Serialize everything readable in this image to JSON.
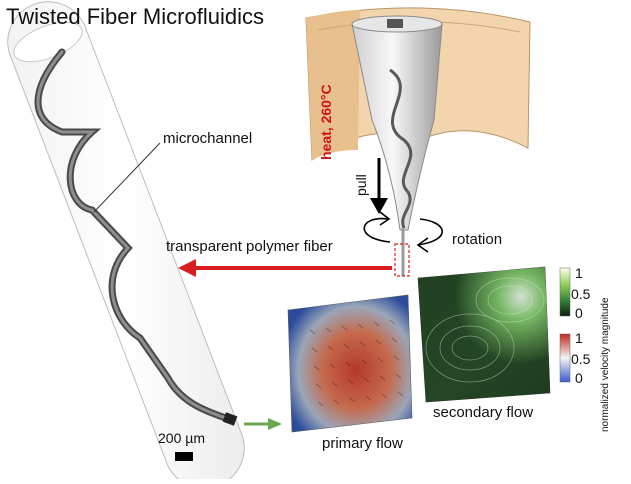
{
  "title": "Twisted Fiber Microfluidics",
  "labels": {
    "heat": "heat, 260°C",
    "pull": "pull",
    "rotation": "rotation",
    "microchannel": "microchannel",
    "fiber": "transparent polymer fiber",
    "primary_flow": "primary flow",
    "secondary_flow": "secondary flow",
    "scale_bar": "200 µm"
  },
  "colorbar": {
    "title": "normalized velocity magnitude",
    "green_ticks": [
      "1",
      "0.5",
      "0"
    ],
    "redblue_ticks": [
      "1",
      "0.5",
      "0"
    ]
  },
  "colors": {
    "heater": "#f2d5ac",
    "heat_text": "#d0101a",
    "red_arrow": "#d81e1e",
    "green_arrow": "#6aa84f",
    "primary_high": "#b5382b",
    "primary_low": "#2b4b9c",
    "secondary_high": "#e8efe6",
    "secondary_low": "#1f3a20"
  }
}
